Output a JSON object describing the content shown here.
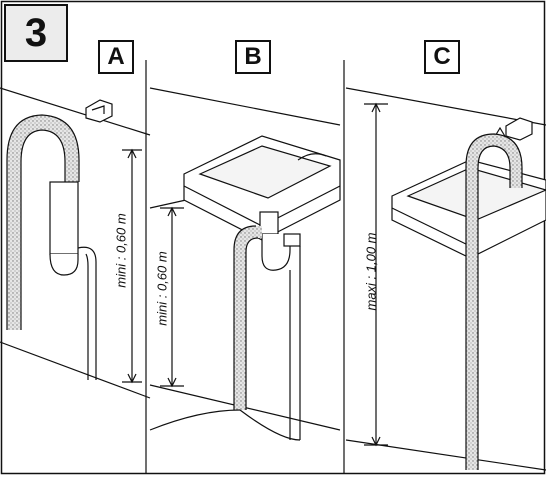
{
  "step_number": "3",
  "panels": [
    {
      "label": "A",
      "dimension": "mini : 0,60 m"
    },
    {
      "label": "B",
      "dimension": "mini : 0,60 m"
    },
    {
      "label": "C",
      "dimension": "maxi : 1,00 m"
    }
  ],
  "colors": {
    "line": "#111111",
    "hose_fill": "#d9d9d9",
    "step_box_fill": "#ececec"
  }
}
